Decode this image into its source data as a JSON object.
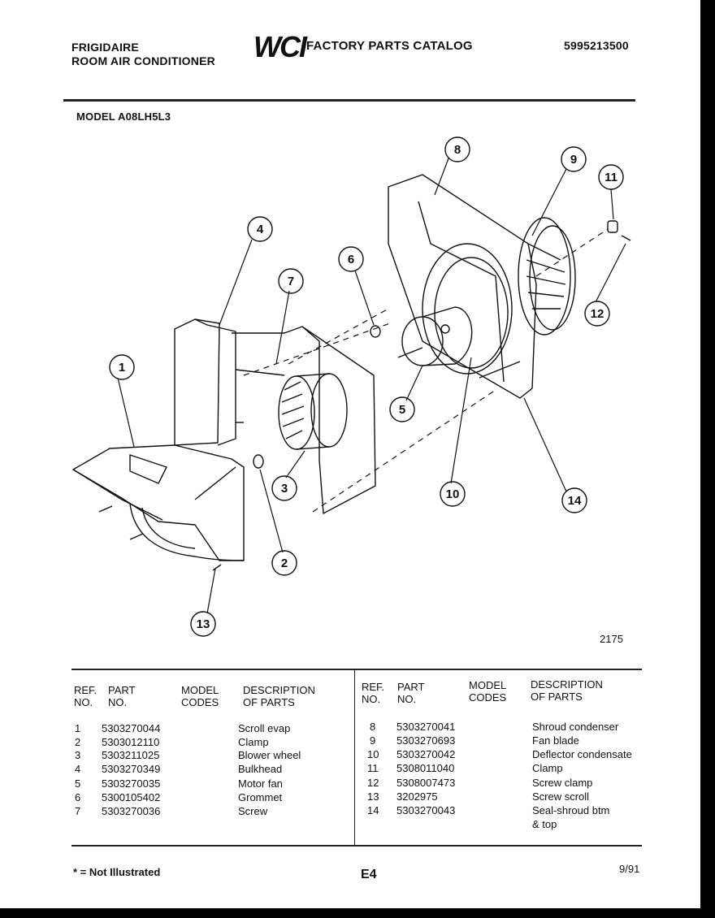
{
  "header": {
    "brand": "FRIGIDAIRE",
    "product": "ROOM AIR CONDITIONER",
    "logo": "WCI",
    "catalog_title": "FACTORY PARTS CATALOG",
    "catalog_number": "5995213500",
    "model": "MODEL A08LH5L3"
  },
  "diagram": {
    "drawing_number": "2175",
    "callouts": [
      "1",
      "2",
      "3",
      "4",
      "5",
      "6",
      "7",
      "8",
      "9",
      "10",
      "11",
      "12",
      "13",
      "14"
    ]
  },
  "table": {
    "headers": {
      "ref": [
        "REF.",
        "NO."
      ],
      "part": [
        "PART",
        "NO."
      ],
      "model": [
        "MODEL",
        "CODES"
      ],
      "desc": [
        "DESCRIPTION",
        "OF PARTS"
      ]
    },
    "left": [
      {
        "ref": "1",
        "part": "5303270044",
        "desc": "Scroll evap"
      },
      {
        "ref": "2",
        "part": "5303012110",
        "desc": "Clamp"
      },
      {
        "ref": "3",
        "part": "5303211025",
        "desc": "Blower wheel"
      },
      {
        "ref": "4",
        "part": "5303270349",
        "desc": "Bulkhead"
      },
      {
        "ref": "5",
        "part": "5303270035",
        "desc": "Motor fan"
      },
      {
        "ref": "6",
        "part": "5300105402",
        "desc": "Grommet"
      },
      {
        "ref": "7",
        "part": "5303270036",
        "desc": "Screw"
      }
    ],
    "right": [
      {
        "ref": "8",
        "part": "5303270041",
        "desc": "Shroud condenser"
      },
      {
        "ref": "9",
        "part": "5303270693",
        "desc": "Fan blade"
      },
      {
        "ref": "10",
        "part": "5303270042",
        "desc": "Deflector condensate"
      },
      {
        "ref": "11",
        "part": "5308011040",
        "desc": "Clamp"
      },
      {
        "ref": "12",
        "part": "5308007473",
        "desc": "Screw clamp"
      },
      {
        "ref": "13",
        "part": "3202975",
        "desc": "Screw scroll"
      },
      {
        "ref": "14",
        "part": "5303270043",
        "desc": "Seal-shroud btm",
        "desc2": "& top"
      }
    ]
  },
  "footer": {
    "note": "* = Not Illustrated",
    "page": "E4",
    "date": "9/91"
  }
}
